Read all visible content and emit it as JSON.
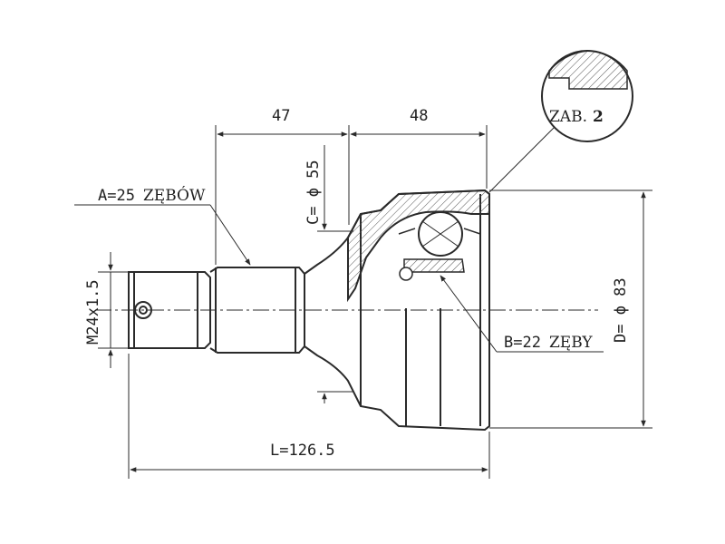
{
  "dimensions": {
    "a_spline_count": "A=25",
    "a_spline_unit": "ZĘBÓW",
    "b_spline_count": "B=22",
    "b_spline_unit": "ZĘBY",
    "c_diameter": "C= ϕ 55",
    "d_diameter": "D= ϕ 83",
    "thread": "M24x1.5",
    "total_length": "L=126.5",
    "segment_left": "47",
    "segment_right": "48"
  },
  "detail": {
    "label_prefix": "ZAB.",
    "label_number": "2"
  },
  "colors": {
    "line": "#2a2a2a",
    "hatch": "#555555",
    "background": "#ffffff"
  }
}
